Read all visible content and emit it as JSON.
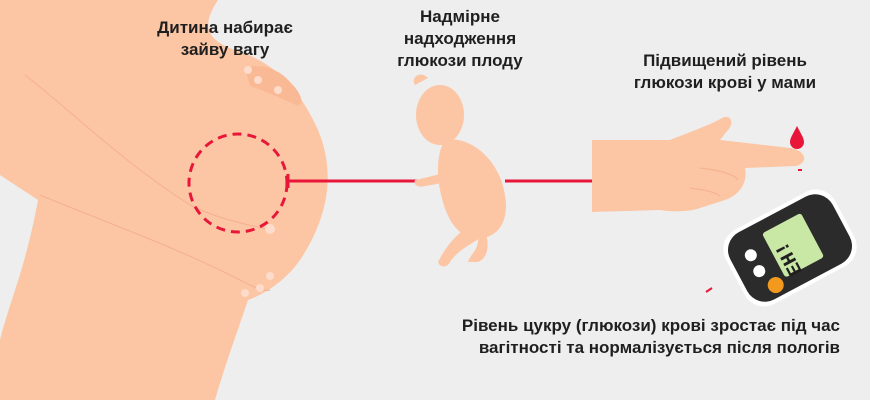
{
  "labels": {
    "baby_weight": [
      "Дитина набирає",
      "зайву вагу"
    ],
    "fetal_glucose": [
      "Надмірне",
      "надходження",
      "глюкози плоду"
    ],
    "maternal_glucose": [
      "Підвищений рівень",
      "глюкози крові у мами"
    ],
    "caption": [
      "Рівень цукру (глюкози) крові зростає під час",
      "вагітності та нормалізується після пологів"
    ]
  },
  "glucometer": {
    "display": "EH!"
  },
  "colors": {
    "background": "#eeeeee",
    "skin": "#fcc6a4",
    "accent": "#e8173a",
    "device": "#2b2b2b",
    "screen": "#c9e8a6",
    "button": "#f39a1e"
  },
  "icons": [
    "pregnant-belly-illustration",
    "fetus-illustration",
    "pointing-hand-illustration",
    "blood-drop-icon",
    "glucometer-illustration"
  ]
}
